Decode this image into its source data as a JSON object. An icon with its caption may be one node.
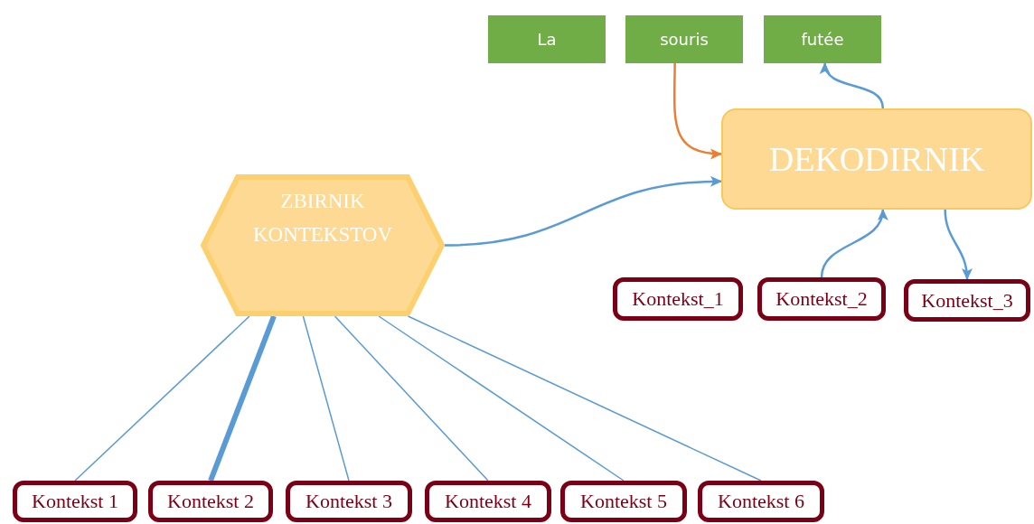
{
  "diagram": {
    "nodes": [
      {
        "text": [
          "La"
        ]
      },
      {
        "text": [
          "souris"
        ]
      },
      {
        "text": [
          "futée"
        ]
      },
      {
        "text": [
          "DEKODIRNIK"
        ]
      },
      {
        "text": [
          "ZBIRNIK KONTEKSTOV"
        ]
      },
      {
        "text": [
          "Kontekst_1"
        ]
      },
      {
        "text": [
          "Kontekst_2"
        ]
      },
      {
        "text": [
          "Kontekst_3"
        ]
      },
      {
        "text": [
          "Kontekst 1"
        ]
      },
      {
        "text": [
          "Kontekst 2"
        ]
      },
      {
        "text": [
          "Kontekst 3"
        ]
      },
      {
        "text": [
          "Kontekst 4"
        ]
      },
      {
        "text": [
          "Kontekst 5"
        ]
      },
      {
        "text": [
          "Kontekst 6"
        ]
      }
    ],
    "edges": [
      {
        "from": 1,
        "to": 3,
        "arrow": "to",
        "color": "#ed7d31"
      },
      {
        "from": 3,
        "to": 2,
        "arrow": "to"
      },
      {
        "from": 4,
        "to": 3,
        "arrow": "to"
      },
      {
        "from": 6,
        "to": 3,
        "arrow": "to"
      },
      {
        "from": 3,
        "to": 7,
        "arrow": "to"
      },
      {
        "from": 4,
        "to": 8,
        "arrow": "none"
      },
      {
        "from": 4,
        "to": 9,
        "arrow": "none",
        "style": "thick"
      },
      {
        "from": 4,
        "to": 10,
        "arrow": "none"
      },
      {
        "from": 4,
        "to": 11,
        "arrow": "none"
      },
      {
        "from": 4,
        "to": 12,
        "arrow": "none"
      },
      {
        "from": 4,
        "to": 13,
        "arrow": "none"
      }
    ]
  }
}
